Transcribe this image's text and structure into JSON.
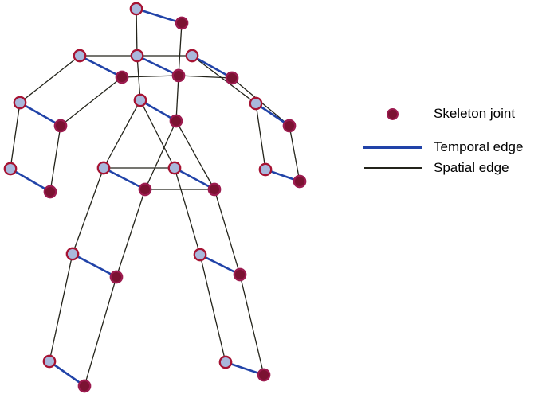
{
  "colors": {
    "background": "#ffffff",
    "text": "#000000",
    "temporal_edge": "#2143a8",
    "spatial_edge": "#23231a",
    "joint_frame1_fill": "#a9b8dc",
    "joint_frame1_stroke": "#a61333",
    "joint_frame2_fill": "#7b1232",
    "joint_frame2_stroke": "#9c1b4f"
  },
  "style": {
    "joint_radius": 7.2,
    "joint_stroke_width": 2.3,
    "temporal_edge_width": 2.6,
    "spatial_edge_width": 1.3
  },
  "legend": {
    "items": [
      {
        "label": "Skeleton joint",
        "marker": "joint-dot"
      },
      {
        "label": "Temporal edge",
        "marker": "blue-line"
      },
      {
        "label": "Spatial edge",
        "marker": "thin-black-line"
      }
    ]
  },
  "skeleton": {
    "joint_names": [
      "head",
      "neck",
      "l_shoulder",
      "r_shoulder",
      "l_elbow",
      "r_elbow",
      "l_hand",
      "r_hand",
      "spine",
      "l_hip",
      "r_hip",
      "l_knee",
      "r_knee",
      "l_foot",
      "r_foot"
    ],
    "frames": [
      {
        "name": "frame1",
        "joints": {
          "head": [
            171,
            11
          ],
          "neck": [
            172,
            70
          ],
          "l_shoulder": [
            100,
            70
          ],
          "r_shoulder": [
            241,
            70
          ],
          "l_elbow": [
            25,
            129
          ],
          "r_elbow": [
            321,
            130
          ],
          "l_hand": [
            13,
            212
          ],
          "r_hand": [
            333,
            213
          ],
          "spine": [
            176,
            126
          ],
          "l_hip": [
            130,
            211
          ],
          "r_hip": [
            219,
            211
          ],
          "l_knee": [
            91,
            319
          ],
          "r_knee": [
            251,
            320
          ],
          "l_foot": [
            62,
            454
          ],
          "r_foot": [
            283,
            455
          ]
        }
      },
      {
        "name": "frame2",
        "joints": {
          "head": [
            228,
            29
          ],
          "neck": [
            224,
            95
          ],
          "l_shoulder": [
            153,
            97
          ],
          "r_shoulder": [
            291,
            98
          ],
          "l_elbow": [
            76,
            158
          ],
          "r_elbow": [
            363,
            158
          ],
          "l_hand": [
            63,
            241
          ],
          "r_hand": [
            376,
            228
          ],
          "spine": [
            221,
            152
          ],
          "l_hip": [
            182,
            238
          ],
          "r_hip": [
            269,
            238
          ],
          "l_knee": [
            146,
            348
          ],
          "r_knee": [
            301,
            345
          ],
          "l_foot": [
            106,
            485
          ],
          "r_foot": [
            331,
            471
          ]
        }
      }
    ],
    "spatial_edges": [
      [
        "head",
        "neck"
      ],
      [
        "neck",
        "l_shoulder"
      ],
      [
        "neck",
        "r_shoulder"
      ],
      [
        "l_shoulder",
        "l_elbow"
      ],
      [
        "l_elbow",
        "l_hand"
      ],
      [
        "r_shoulder",
        "r_elbow"
      ],
      [
        "r_elbow",
        "r_hand"
      ],
      [
        "neck",
        "spine"
      ],
      [
        "spine",
        "l_hip"
      ],
      [
        "spine",
        "r_hip"
      ],
      [
        "l_hip",
        "r_hip"
      ],
      [
        "l_hip",
        "l_knee"
      ],
      [
        "l_knee",
        "l_foot"
      ],
      [
        "r_hip",
        "r_knee"
      ],
      [
        "r_knee",
        "r_foot"
      ]
    ],
    "temporal_edges": [
      "head",
      "neck",
      "l_shoulder",
      "r_shoulder",
      "l_elbow",
      "r_elbow",
      "l_hand",
      "r_hand",
      "spine",
      "l_hip",
      "r_hip",
      "l_knee",
      "r_knee",
      "l_foot",
      "r_foot"
    ]
  }
}
